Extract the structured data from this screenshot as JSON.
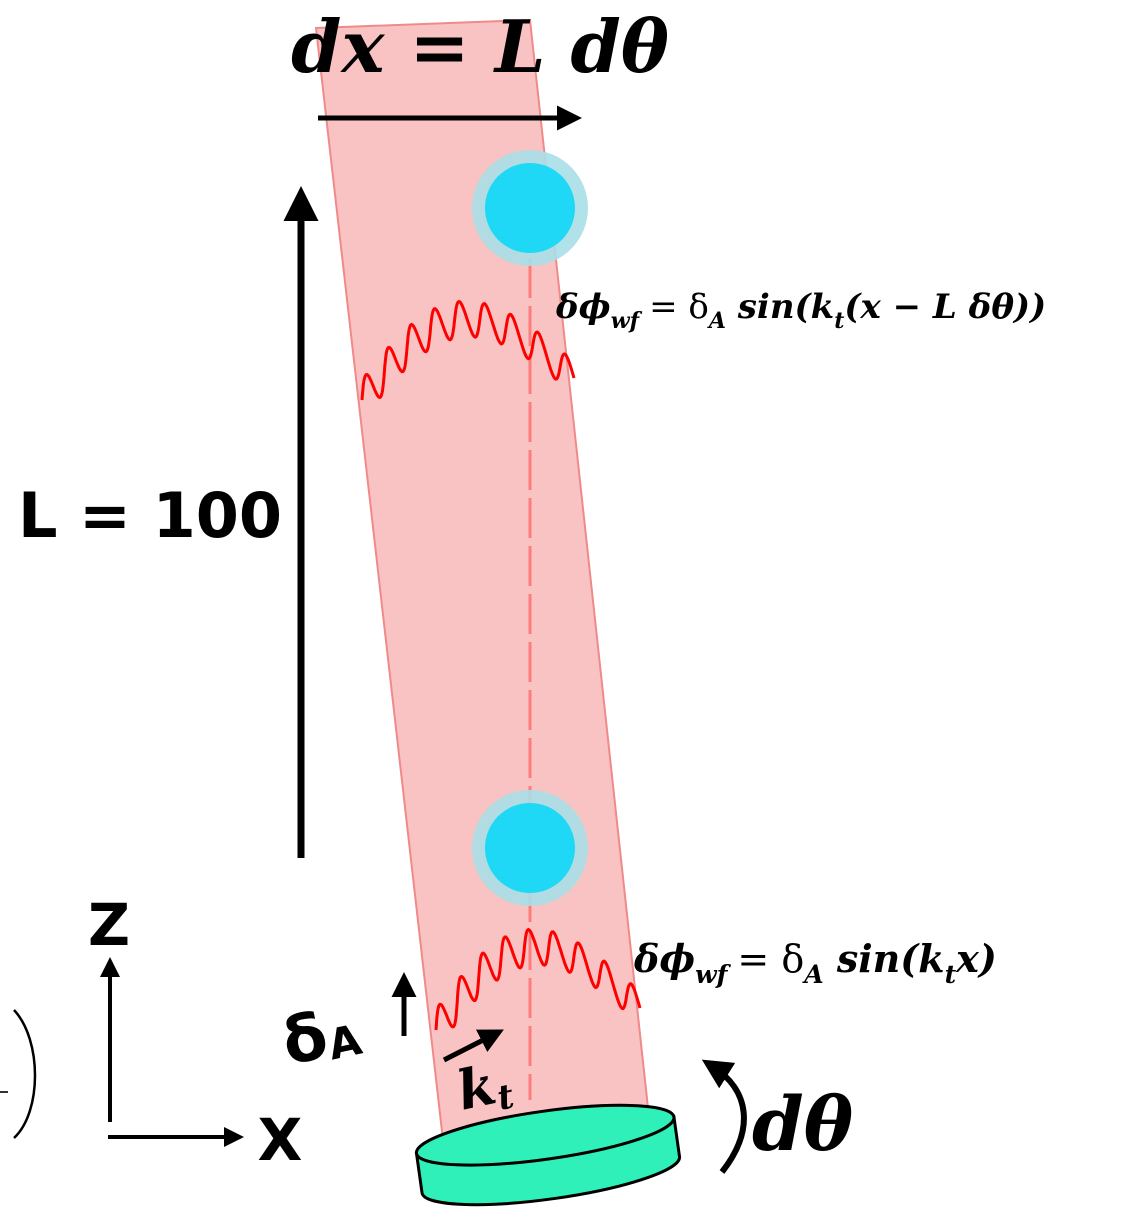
{
  "diagram": {
    "title_formula": "dx = L dθ",
    "length_label": "L = 100",
    "upper_wavefront": {
      "lhs": "δϕ",
      "lhs_sub": "wf",
      "rhs_prefix": "= δ",
      "rhs_sub": "A",
      "rhs_fn": " sin(k",
      "rhs_fn_sub": "t",
      "rhs_tail": "(x − L δθ))"
    },
    "lower_wavefront": {
      "lhs": "δϕ",
      "lhs_sub": "wf",
      "rhs_prefix": "= δ",
      "rhs_sub": "A",
      "rhs_fn": " sin(k",
      "rhs_fn_sub": "t",
      "rhs_tail": "x)"
    },
    "amplitude_label": "δ",
    "amplitude_sub": "A",
    "wavevector_label": "k",
    "wavevector_sub": "t",
    "rotation_label": "dθ",
    "axis_z": "Z",
    "axis_x": "X",
    "colors": {
      "beam_fill": "#f9b9b9",
      "beam_stroke": "#f08a8a",
      "wave": "#ff0000",
      "atom": "#1fd8f5",
      "atom_halo": "#a9dfe8",
      "disk": "#2ef0b8"
    }
  }
}
